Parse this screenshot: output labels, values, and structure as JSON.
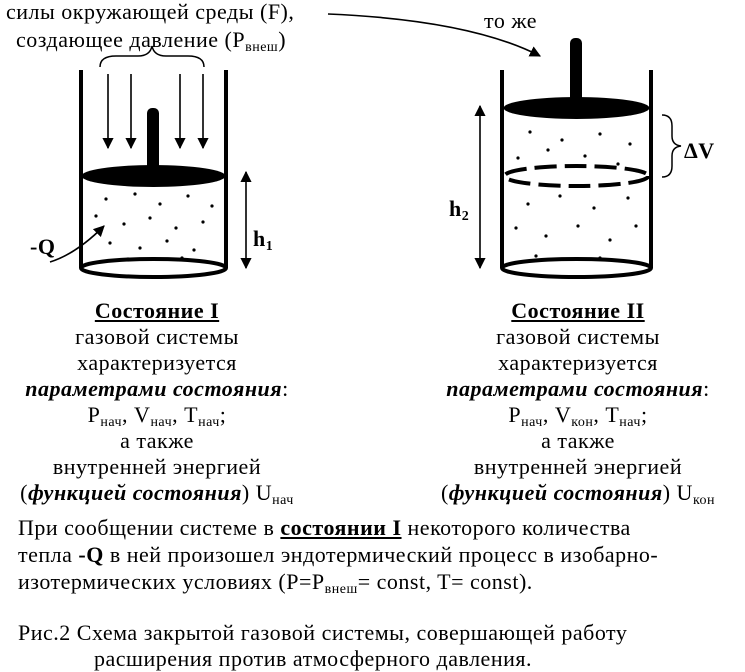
{
  "top_left_caption": {
    "line1": "силы окружающей среды (F),",
    "line2_prefix": "создающее давление (P",
    "line2_sub": "внеш",
    "line2_suffix": ")"
  },
  "top_right_caption": "то же",
  "labels": {
    "heat": "-Q",
    "h1_main": "h",
    "h1_sub": "1",
    "h2_main": "h",
    "h2_sub": "2",
    "delta_v": "ΔV"
  },
  "state1": {
    "title": "Состояние I",
    "line1": "газовой системы",
    "line2": "характеризуется",
    "params_label": "параметрами состояния",
    "colon": ":",
    "p_main": "P",
    "p_sub": "нач",
    "v_main": "V",
    "v_sub": "нач",
    "t_main": "T",
    "t_sub": "нач",
    "sep": ", ",
    "end": ";",
    "also": "а также",
    "energy": "внутренней энергией",
    "func_open": "(",
    "func_label": "функцией состояния",
    "func_close": ")",
    "u_main": "U",
    "u_sub": "нач"
  },
  "state2": {
    "title": "Состояние II",
    "line1": "газовой системы",
    "line2": "характеризуется",
    "params_label": "параметрами состояния",
    "colon": ":",
    "p_main": "P",
    "p_sub": "нач",
    "v_main": "V",
    "v_sub": "кон",
    "t_main": "T",
    "t_sub": "нач",
    "sep": ", ",
    "end": ";",
    "also": "а также",
    "energy": "внутренней энергией",
    "func_open": "(",
    "func_label": "функцией состояния",
    "func_close": ")",
    "u_main": "U",
    "u_sub": "кон"
  },
  "paragraph": {
    "l1_a": "При сообщении системе в ",
    "l1_b": "состоянии I",
    "l1_c": " некоторого количества",
    "l2_a": "тепла ",
    "l2_b": "-Q",
    "l2_c": " в ней произошел эндотермический процесс в изобарно-",
    "l3_a": "изотермических условиях (P=P",
    "l3_sub": "внеш",
    "l3_b": "= const, T= const)."
  },
  "figure_caption": {
    "line1": "Рис.2 Схема закрытой газовой системы, совершающей работу",
    "line2": "расширения против атмосферного давления."
  }
}
